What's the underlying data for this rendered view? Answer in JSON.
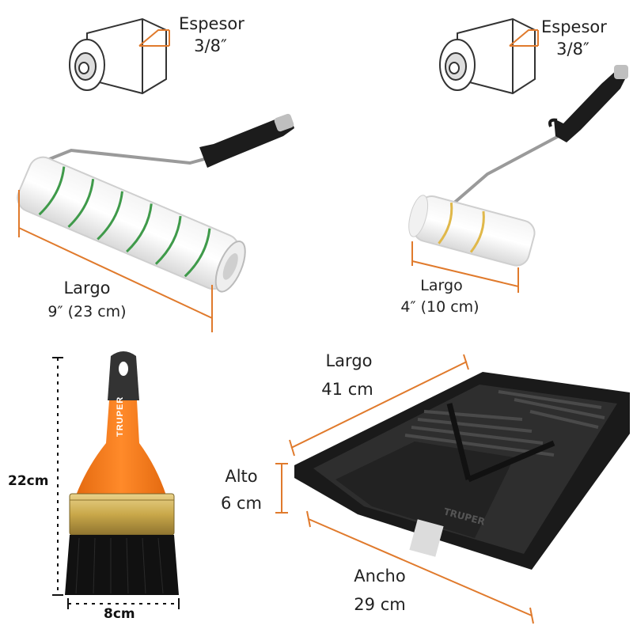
{
  "roller_9": {
    "thickness_label": "Espesor",
    "thickness_value": "3/8″",
    "length_label": "Largo",
    "length_value": "9″ (23 cm)"
  },
  "roller_4": {
    "thickness_label": "Espesor",
    "thickness_value": "3/8″",
    "length_label": "Largo",
    "length_value": "4″  (10 cm)"
  },
  "brush": {
    "brand": "TRUPER",
    "height_value": "22cm",
    "width_value": "8cm"
  },
  "tray": {
    "brand": "TRUPER",
    "length_label": "Largo",
    "length_value": "41 cm",
    "height_label": "Alto",
    "height_value": "6 cm",
    "width_label": "Ancho",
    "width_value": "29 cm"
  },
  "colors": {
    "dimension_line": "#e07a2c",
    "handle_black": "#1c1c1c",
    "brush_orange": "#f07a1a",
    "tray_black": "#1a1a1a",
    "ferrule_gold": "#c9a84a",
    "roller_stripe_green": "#3f9a4a",
    "roller_stripe_yellow": "#e0b84a"
  }
}
